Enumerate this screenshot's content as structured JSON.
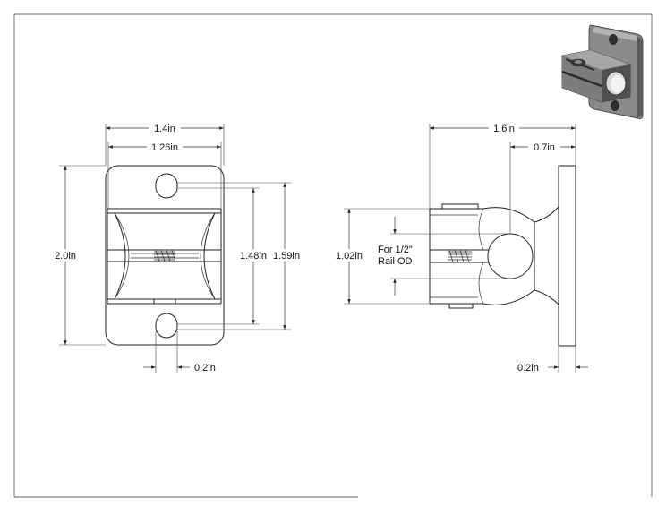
{
  "dimensions": {
    "front_width_outer": "1.4in",
    "front_width_inner": "1.26in",
    "front_height": "2.0in",
    "front_hole_span": "1.48in",
    "front_slot_span": "1.59in",
    "front_hole_width": "0.2in",
    "side_depth": "1.6in",
    "side_center": "0.7in",
    "side_clamp_height": "1.02in",
    "side_plate_thickness": "0.2in"
  },
  "notes": {
    "rail_line1": "For 1/2\"",
    "rail_line2": "Rail OD"
  },
  "colors": {
    "line": "#222222",
    "iso_dark": "#3a3a3a",
    "iso_mid": "#7a7a7a",
    "iso_light": "#a8a8a8"
  }
}
